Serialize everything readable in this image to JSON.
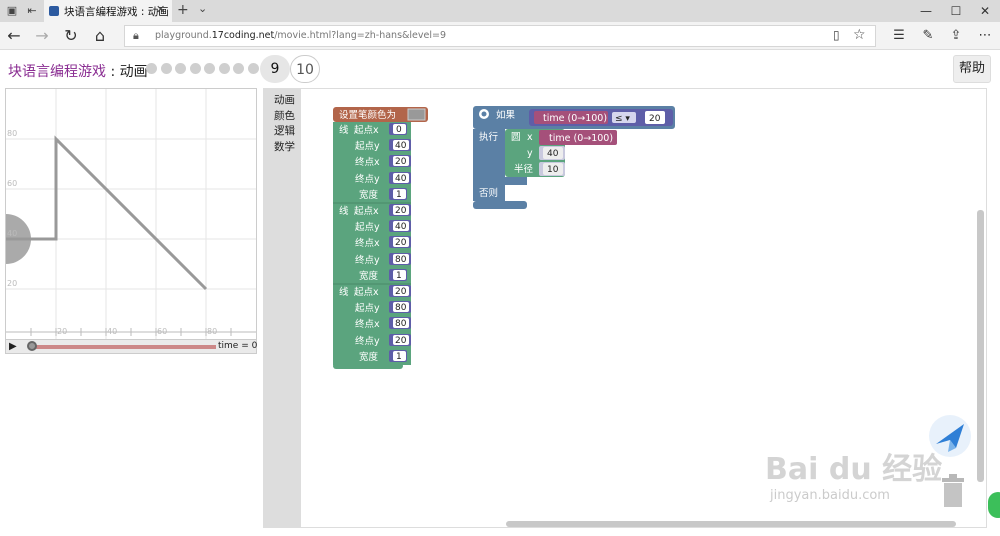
{
  "browser": {
    "tab_title": "块语言编程游戏 : 动画",
    "url_prefix": "playground.",
    "url_host": "17coding.net",
    "url_path": "/movie.html?lang=zh-hans&level=9",
    "icons": [
      "tab-manager-icon",
      "set-aside-icon",
      "close-icon",
      "new-tab-icon",
      "chevron-down-icon",
      "minimize-icon",
      "maximize-icon",
      "close-window-icon",
      "back-icon",
      "forward-icon",
      "refresh-icon",
      "home-icon",
      "lock-icon",
      "reading-view-icon",
      "favorite-star-icon",
      "hub-icon",
      "pen-icon",
      "share-icon",
      "more-icon"
    ]
  },
  "header": {
    "title_game": "块语言编程游戏",
    "title_sep": " : ",
    "title_page": "动画",
    "level_current": "9",
    "level_next": "10",
    "help_label": "帮助"
  },
  "preview": {
    "y_ticks": [
      "80",
      "60",
      "40",
      "20"
    ],
    "x_ticks": [
      "20",
      "40",
      "60",
      "80"
    ],
    "time_label": "time = 0"
  },
  "toolbox": {
    "categories": [
      "动画",
      "颜色",
      "逻辑",
      "数学"
    ]
  },
  "blocks": {
    "set_color": "设置笔颜色为",
    "pen_color": "#999999",
    "line": "线",
    "start_x": "起点x",
    "start_y": "起点y",
    "end_x": "终点x",
    "end_y": "终点y",
    "width": "宽度",
    "lines": [
      {
        "sx": "0",
        "sy": "40",
        "ex": "20",
        "ey": "40",
        "w": "1"
      },
      {
        "sx": "20",
        "sy": "40",
        "ex": "20",
        "ey": "80",
        "w": "1"
      },
      {
        "sx": "20",
        "sy": "80",
        "ex": "80",
        "ey": "20",
        "w": "1"
      }
    ],
    "if": "如果",
    "do": "执行",
    "else": "否则",
    "time_expr": "time (0→100)",
    "op": "≤ ▾",
    "cond_value": "20",
    "circle": "圆",
    "x": "x",
    "y": "y",
    "radius": "半径",
    "circle_y": "40",
    "circle_r": "10"
  },
  "watermark": {
    "brand": "Bai du 经验",
    "url": "jingyan.baidu.com"
  }
}
